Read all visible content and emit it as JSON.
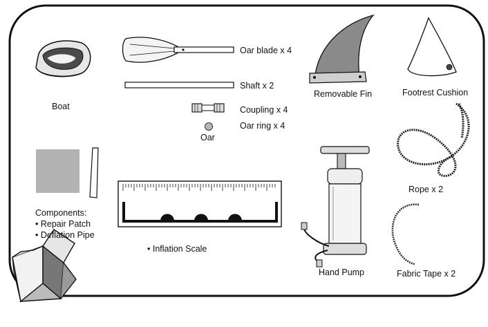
{
  "labels": {
    "boat": "Boat",
    "oar_blade": "Oar blade x 4",
    "shaft": "Shaft x 2",
    "coupling": "Coupling x 4",
    "oar_ring": "Oar ring x 4",
    "oar": "Oar",
    "removable_fin": "Removable Fin",
    "footrest_cushion": "Footrest Cushion",
    "rope": "Rope x 2",
    "hand_pump": "Hand Pump",
    "fabric_tape": "Fabric Tape x 2",
    "inflation_scale": "• Inflation Scale"
  },
  "components": {
    "title": "Components:",
    "items": [
      "• Repair Patch",
      "• Deflation Pipe"
    ]
  },
  "colors": {
    "outline": "#111111",
    "patch_gray": "#b3b3b3",
    "fin_gray": "#8a8a8a",
    "box_gray": "#9a9a9a"
  },
  "icons": [
    "boat-icon",
    "oar-blade-icon",
    "shaft-icon",
    "coupling-icon",
    "oar-ring-icon",
    "fin-icon",
    "footrest-cushion-icon",
    "rope-icon",
    "repair-patch-icon",
    "deflation-pipe-icon",
    "inflation-scale-icon",
    "hand-pump-icon",
    "fabric-tape-icon",
    "open-box-icon"
  ]
}
